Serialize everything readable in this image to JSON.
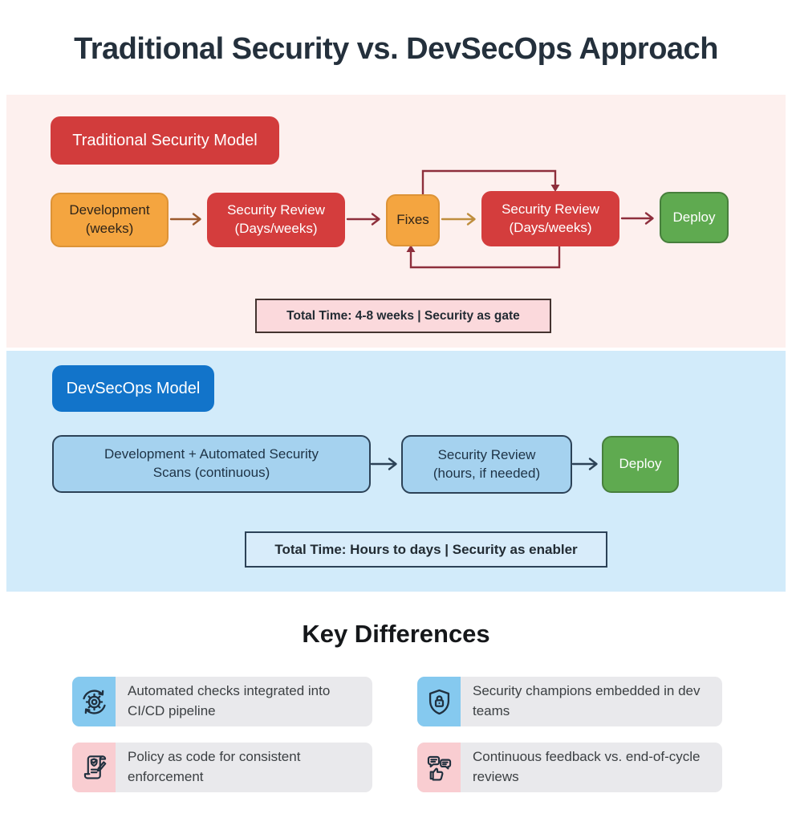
{
  "title": "Traditional Security vs. DevSecOps Approach",
  "traditional": {
    "badge_label": "Traditional Security Model",
    "nodes": [
      {
        "line1": "Development",
        "line2": "(weeks)"
      },
      {
        "line1": "Security Review",
        "line2": "(Days/weeks)"
      },
      {
        "line1": "Fixes"
      },
      {
        "line1": "Security Review",
        "line2": "(Days/weeks)"
      },
      {
        "line1": "Deploy"
      }
    ],
    "total_label": "Total Time: 4-8 weeks | Security as gate"
  },
  "devsecops": {
    "badge_label": "DevSecOps Model",
    "nodes": [
      {
        "line1": "Development + Automated Security",
        "line2": "Scans (continuous)"
      },
      {
        "line1": "Security Review",
        "line2": "(hours, if needed)"
      },
      {
        "line1": "Deploy"
      }
    ],
    "total_label": "Total Time: Hours to days | Security as enabler"
  },
  "key_differences": {
    "heading": "Key Differences",
    "items": [
      {
        "icon": "automation-gear-icon",
        "tint": "blue",
        "text": "Automated checks integrated into CI/CD pipeline"
      },
      {
        "icon": "shield-lock-icon",
        "tint": "blue",
        "text": "Security champions embedded in dev teams"
      },
      {
        "icon": "policy-scroll-icon",
        "tint": "pink",
        "text": "Policy as code for consistent enforcement"
      },
      {
        "icon": "feedback-chat-icon",
        "tint": "pink",
        "text": "Continuous feedback vs. end-of-cycle reviews"
      }
    ]
  },
  "colors": {
    "traditional_section_bg": "#fdf0ee",
    "devsecops_section_bg": "#d2ebfa",
    "red_box": "#d43d3d",
    "orange_box": "#f4a540",
    "green_box": "#5faa50",
    "blue_badge": "#1274ca",
    "light_blue_box": "#a5d2ef",
    "maroon_arrow": "#8e2f3c",
    "brown_arrow": "#9c5a2e",
    "gold_arrow": "#bf8e3e",
    "navy_arrow": "#2c4257",
    "total_traditional_bg": "#fbd9dc",
    "total_devsecops_bg": "#d8ecfa",
    "card_bg": "#e9e9ec",
    "icon_tile_blue": "#85c9ef",
    "icon_tile_pink": "#f9cdd1"
  }
}
